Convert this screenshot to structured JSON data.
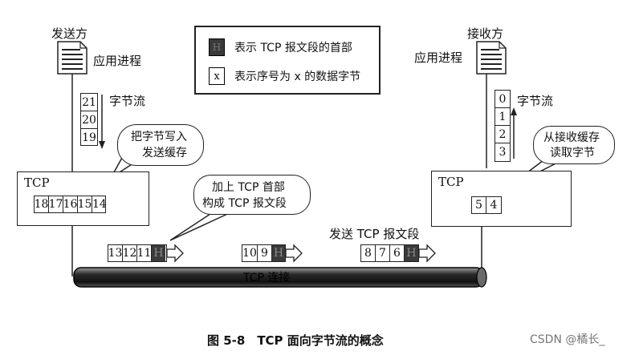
{
  "sender": {
    "title": "发送方",
    "app_process": "应用进程",
    "byte_stream_label": "字节流",
    "stream_bytes": [
      "21",
      "20",
      "19"
    ],
    "callout": [
      "把字节写入",
      "发送缓存"
    ],
    "tcp_label": "TCP",
    "buffer_bytes": [
      "18",
      "17",
      "16",
      "15",
      "14"
    ]
  },
  "receiver": {
    "title": "接收方",
    "app_process": "应用进程",
    "byte_stream_label": "字节流",
    "stream_bytes": [
      "0",
      "1",
      "2",
      "3"
    ],
    "callout": [
      "从接收缓存",
      "读取字节"
    ],
    "tcp_label": "TCP",
    "buffer_bytes": [
      "5",
      "4"
    ]
  },
  "legend": {
    "header_symbol": "H",
    "header_text": "表示 TCP 报文段的首部",
    "byte_symbol": "x",
    "byte_text": "表示序号为 x 的数据字节"
  },
  "middle_callout": [
    "加上 TCP 首部",
    "构成 TCP 报文段"
  ],
  "send_segment_label": "发送 TCP 报文段",
  "segments": [
    {
      "bytes": [
        "13",
        "12",
        "11"
      ],
      "header": "H"
    },
    {
      "bytes": [
        "10",
        "9"
      ],
      "header": "H"
    },
    {
      "bytes": [
        "8",
        "7",
        "6"
      ],
      "header": "H"
    }
  ],
  "connection_label": "TCP 连接",
  "caption": "图 5-8　TCP 面向字节流的概念",
  "watermark": "CSDN @橘长_"
}
